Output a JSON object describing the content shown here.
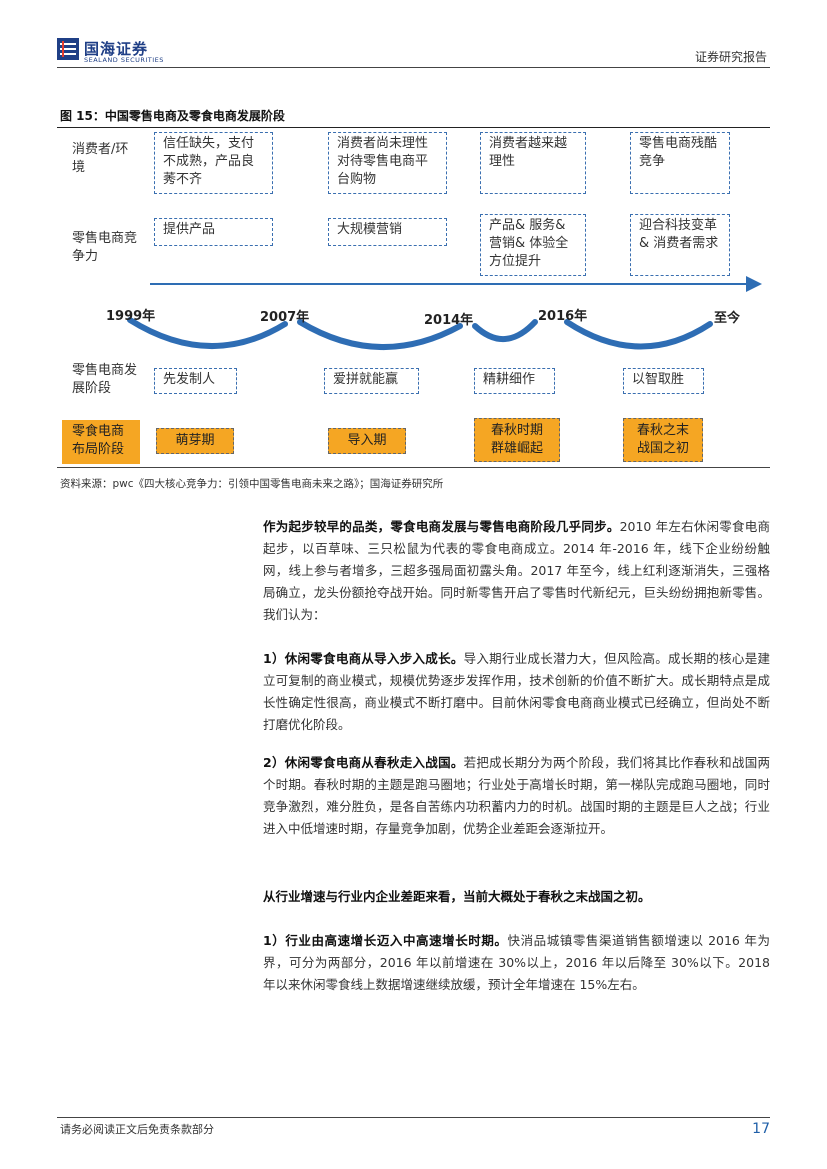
{
  "header": {
    "logo_cn": "国海证券",
    "logo_en": "SEALAND SECURITIES",
    "report_type": "证券研究报告"
  },
  "figure": {
    "title": "图 15：中国零售电商及零食电商发展阶段",
    "row_labels": {
      "consumer": "消费者/环境",
      "competitiveness": "零售电商竞争力",
      "retail_stage": "零售电商发展阶段",
      "snack_stage": "零食电商布局阶段"
    },
    "consumer_boxes": [
      "信任缺失，支付不成熟，产品良莠不齐",
      "消费者尚未理性对待零售电商平台购物",
      "消费者越来越理性",
      "零售电商残酷竞争"
    ],
    "competitiveness_boxes": [
      "提供产品",
      "大规模营销",
      "产品& 服务& 营销& 体验全方位提升",
      "迎合科技变革& 消费者需求"
    ],
    "years": [
      "1999年",
      "2007年",
      "2014年",
      "2016年",
      "至今"
    ],
    "retail_stages": [
      "先发制人",
      "爱拼就能赢",
      "精耕细作",
      "以智取胜"
    ],
    "snack_stages": [
      "萌芽期",
      "导入期",
      "春秋时期 群雄崛起",
      "春秋之末 战国之初"
    ],
    "source": "资料来源：pwc《四大核心竞争力：引领中国零售电商未来之路》；国海证券研究所"
  },
  "body": {
    "p1_bold": "作为起步较早的品类，零食电商发展与零售电商阶段几乎同步。",
    "p1_text": "2010 年左右休闲零食电商起步，以百草味、三只松鼠为代表的零食电商成立。2014 年-2016 年，线下企业纷纷触网，线上参与者增多，三超多强局面初露头角。2017 年至今，线上红利逐渐消失，三强格局确立，龙头份额抢夺战开始。同时新零售开启了零售时代新纪元，巨头纷纷拥抱新零售。我们认为：",
    "p2_bold": "1）休闲零食电商从导入步入成长。",
    "p2_text": "导入期行业成长潜力大，但风险高。成长期的核心是建立可复制的商业模式，规模优势逐步发挥作用，技术创新的价值不断扩大。成长期特点是成长性确定性很高，商业模式不断打磨中。目前休闲零食电商商业模式已经确立，但尚处不断打磨优化阶段。",
    "p3_bold": "2）休闲零食电商从春秋走入战国。",
    "p3_text": "若把成长期分为两个阶段，我们将其比作春秋和战国两个时期。春秋时期的主题是跑马圈地；行业处于高增长时期，第一梯队完成跑马圈地，同时竞争激烈，难分胜负，是各自苦练内功积蓄内力的时机。战国时期的主题是巨人之战；行业进入中低增速时期，存量竞争加剧，优势企业差距会逐渐拉开。",
    "p4_bold": "从行业增速与行业内企业差距来看，当前大概处于春秋之末战国之初。",
    "p5_bold": "1）行业由高速增长迈入中高速增长时期。",
    "p5_text": "快消品城镇零售渠道销售额增速以 2016 年为界，可分为两部分，2016 年以前增速在 30%以上，2016 年以后降至 30%以下。2018 年以来休闲零食线上数据增速继续放缓，预计全年增速在 15%左右。"
  },
  "footer": {
    "disclaimer": "请务必阅读正文后免责条款部分",
    "page_number": "17"
  },
  "colors": {
    "brand_blue": "#1f3f86",
    "accent_orange": "#f5a623",
    "arrow_blue": "#2e6db4"
  }
}
